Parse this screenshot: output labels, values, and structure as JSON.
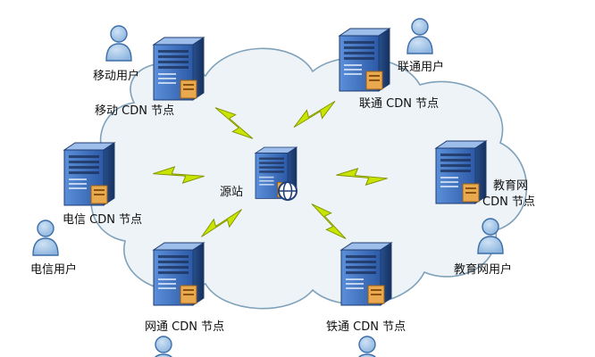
{
  "diagram": {
    "origin": {
      "label": "源站"
    },
    "nodes": [
      {
        "id": "mobile",
        "node_label": "移动 CDN 节点",
        "user_label": "移动用户"
      },
      {
        "id": "unicom",
        "node_label": "联通 CDN 节点",
        "user_label": "联通用户"
      },
      {
        "id": "telecom",
        "node_label": "电信 CDN 节点",
        "user_label": "电信用户"
      },
      {
        "id": "edu",
        "node_label_line1": "教育网",
        "node_label_line2": "CDN 节点",
        "user_label": "教育网用户"
      },
      {
        "id": "netcom",
        "node_label": "网通 CDN 节点"
      },
      {
        "id": "railcom",
        "node_label": "铁通 CDN 节点"
      }
    ],
    "colors": {
      "cloud_fill": "#eef3f7",
      "cloud_stroke": "#7fa1ba",
      "server_front": "#3d6fc0",
      "server_side": "#1f3f78",
      "server_top": "#8fb3e6",
      "bolt": "#c8e000",
      "user_icon": "#5a8ec6"
    }
  }
}
